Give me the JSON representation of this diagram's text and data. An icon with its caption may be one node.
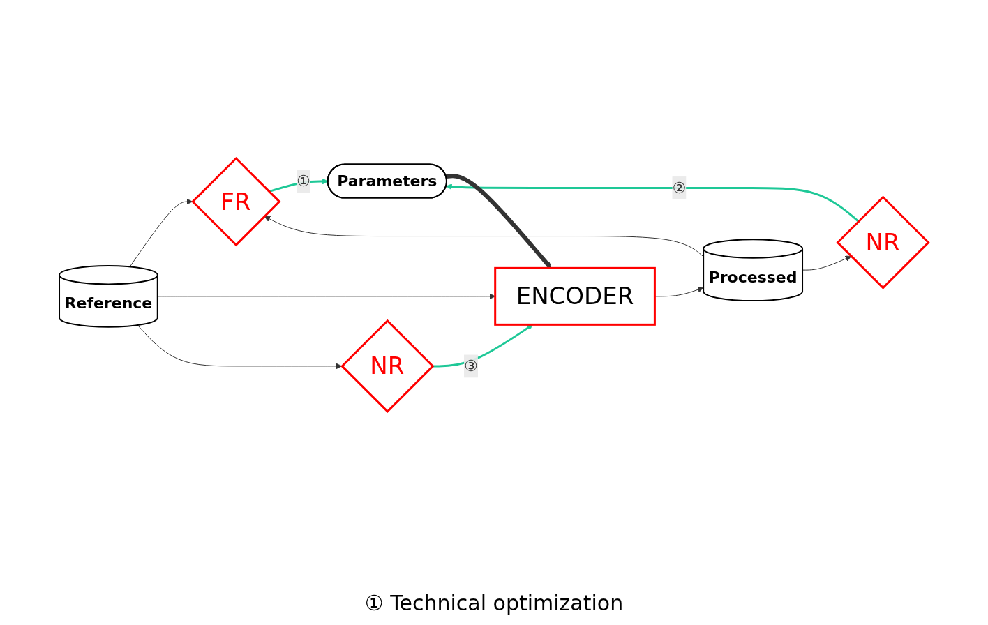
{
  "diagram": {
    "nodes": [
      {
        "text": [
          "FR"
        ]
      },
      {
        "text": [
          "Parameters"
        ]
      },
      {
        "text": [
          "Reference"
        ]
      },
      {
        "text": [
          "ENCODER"
        ]
      },
      {
        "text": [
          "Processed"
        ]
      },
      {
        "text": [
          "NR"
        ]
      },
      {
        "text": [
          "NR"
        ]
      }
    ],
    "edges": [
      {
        "from": 2,
        "to": 0,
        "arrow": "to"
      },
      {
        "from": 4,
        "to": 0,
        "arrow": "to"
      },
      {
        "from": 0,
        "to": 1,
        "arrow": "to",
        "label": "①",
        "color": "#1ec897"
      },
      {
        "from": 5,
        "to": 1,
        "arrow": "to",
        "label": "②",
        "color": "#1ec897"
      },
      {
        "from": 1,
        "to": 3,
        "arrow": "to",
        "style": "thick"
      },
      {
        "from": 2,
        "to": 3,
        "arrow": "to"
      },
      {
        "from": 3,
        "to": 4,
        "arrow": "to"
      },
      {
        "from": 4,
        "to": 5,
        "arrow": "to"
      },
      {
        "from": 2,
        "to": 6,
        "arrow": "to"
      },
      {
        "from": 6,
        "to": 3,
        "arrow": "to",
        "label": "③",
        "color": "#1ec897"
      }
    ],
    "labels": [
      "① Technical optimization"
    ]
  }
}
